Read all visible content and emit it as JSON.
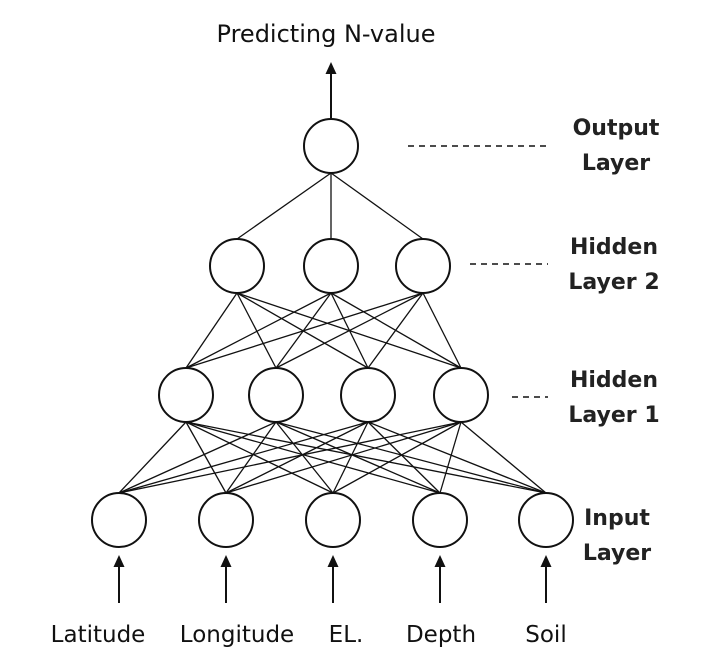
{
  "title": "Predicting N-value",
  "layers": {
    "output": {
      "line1": "Output",
      "line2": "Layer"
    },
    "hidden2": {
      "line1": "Hidden",
      "line2": "Layer 2"
    },
    "hidden1": {
      "line1": "Hidden",
      "line2": "Layer 1"
    },
    "input": {
      "line1": "Input",
      "line2": "Layer"
    }
  },
  "inputs": [
    "Latitude",
    "Longitude",
    "EL.",
    "Depth",
    "Soil"
  ]
}
